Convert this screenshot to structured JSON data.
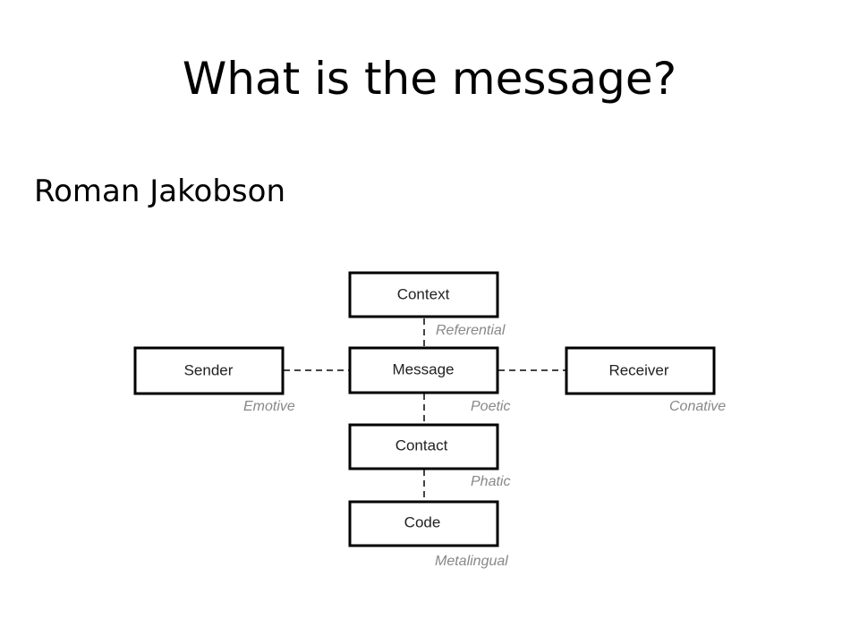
{
  "slide": {
    "title": "What is the message?",
    "subtitle": "Roman Jakobson"
  },
  "diagram": {
    "boxes": {
      "context": "Context",
      "sender": "Sender",
      "message": "Message",
      "receiver": "Receiver",
      "contact": "Contact",
      "code": "Code"
    },
    "functions": {
      "referential": "Referential",
      "emotive": "Emotive",
      "poetic": "Poetic",
      "conative": "Conative",
      "phatic": "Phatic",
      "metalingual": "Metalingual"
    }
  }
}
